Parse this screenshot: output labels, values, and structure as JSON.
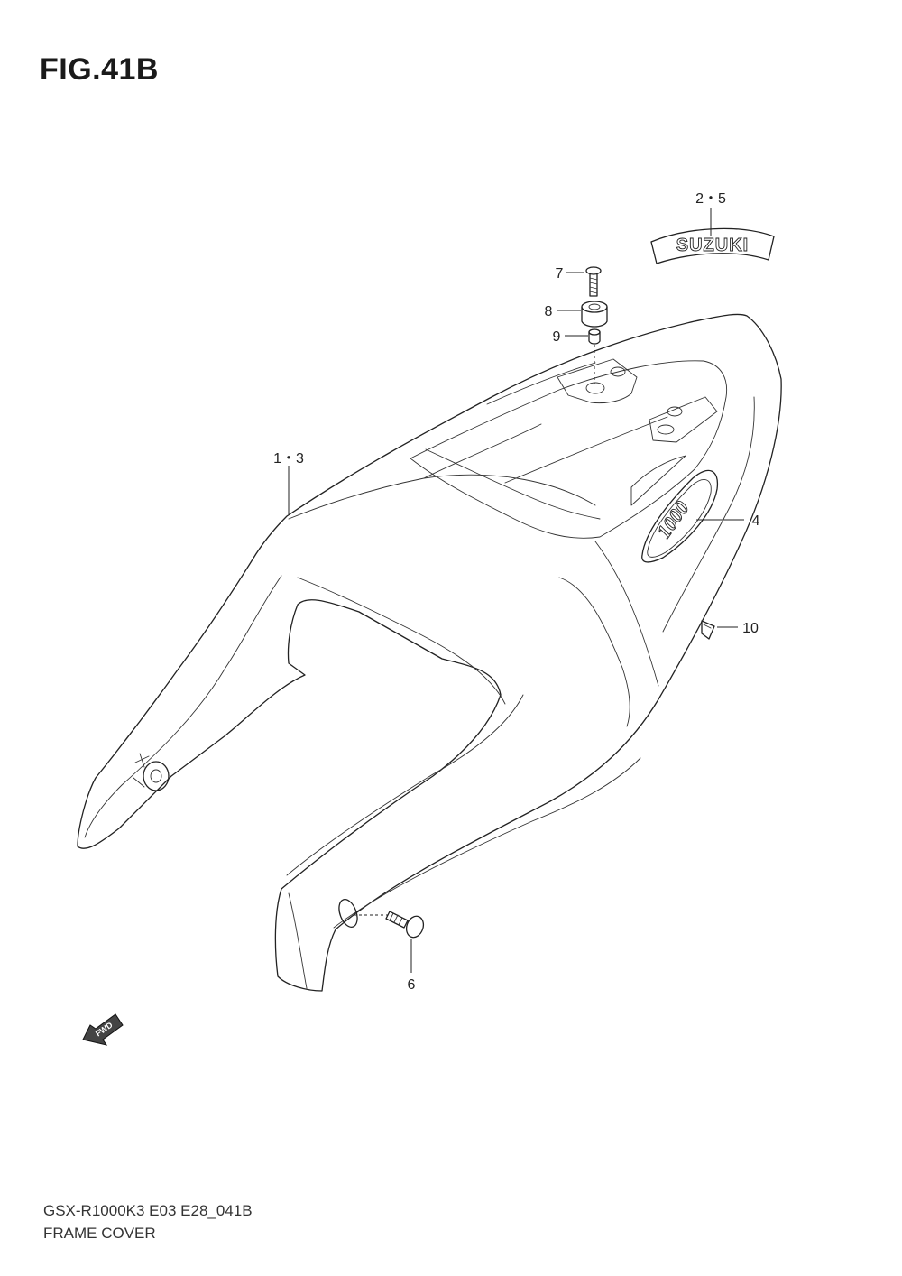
{
  "figure": {
    "title": "FIG.41B",
    "model_code": "GSX-R1000K3 E03 E28_041B",
    "name": "FRAME COVER"
  },
  "callouts": {
    "c1": "1・3",
    "c2": "2・5",
    "c4": "4",
    "c6": "6",
    "c7": "7",
    "c8": "8",
    "c9": "9",
    "c10": "10"
  },
  "decals": {
    "brand": "SUZUKI",
    "badge": "1000"
  },
  "direction_marker": "FWD"
}
